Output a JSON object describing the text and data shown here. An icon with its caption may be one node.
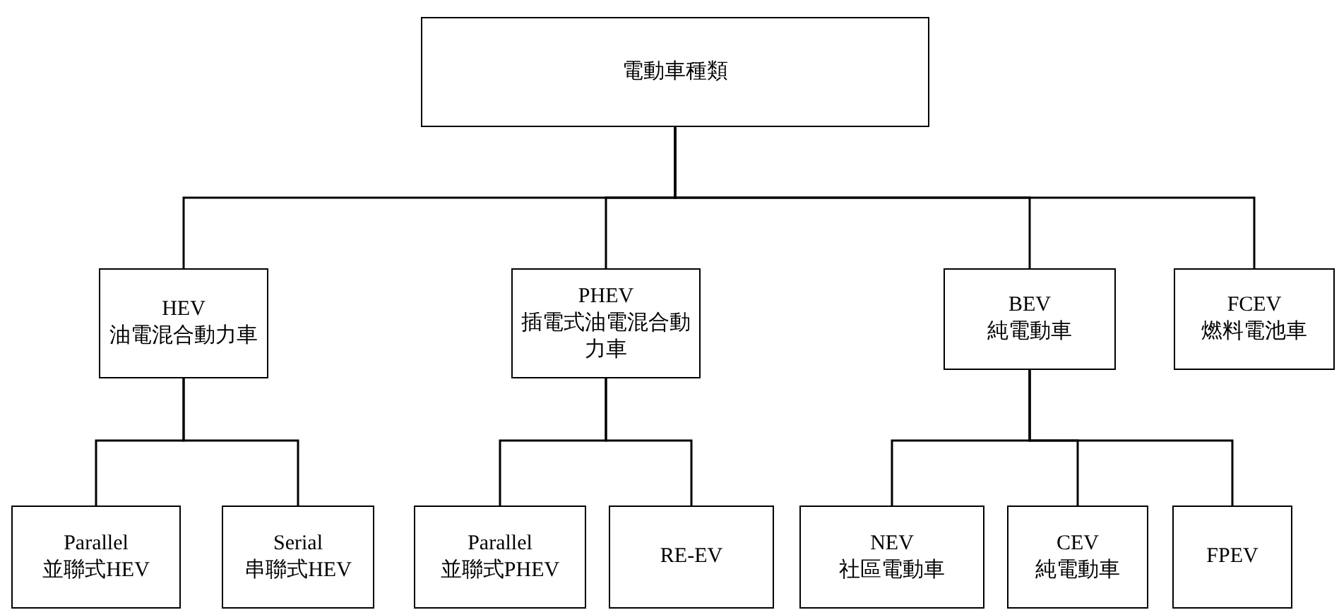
{
  "diagram": {
    "nodes": [
      {
        "text": [
          "電動車種類"
        ]
      },
      {
        "text": [
          "HEV",
          "油電混合動力車"
        ]
      },
      {
        "text": [
          "PHEV",
          "插電式油電混合動力車"
        ]
      },
      {
        "text": [
          "BEV",
          "純電動車"
        ]
      },
      {
        "text": [
          "FCEV",
          "燃料電池車"
        ]
      },
      {
        "text": [
          "Parallel",
          "並聯式HEV"
        ]
      },
      {
        "text": [
          "Serial",
          "串聯式HEV"
        ]
      },
      {
        "text": [
          "Parallel",
          "並聯式PHEV"
        ]
      },
      {
        "text": [
          "RE-EV"
        ]
      },
      {
        "text": [
          "NEV",
          "社區電動車"
        ]
      },
      {
        "text": [
          "CEV",
          "純電動車"
        ]
      },
      {
        "text": [
          "FPEV"
        ]
      }
    ],
    "edges": [
      {
        "from": 0,
        "to": 1,
        "arrow": "none"
      },
      {
        "from": 0,
        "to": 2,
        "arrow": "none"
      },
      {
        "from": 0,
        "to": 3,
        "arrow": "none"
      },
      {
        "from": 0,
        "to": 4,
        "arrow": "none"
      },
      {
        "from": 1,
        "to": 5,
        "arrow": "none"
      },
      {
        "from": 1,
        "to": 6,
        "arrow": "none"
      },
      {
        "from": 2,
        "to": 7,
        "arrow": "none"
      },
      {
        "from": 2,
        "to": 8,
        "arrow": "none"
      },
      {
        "from": 3,
        "to": 9,
        "arrow": "none"
      },
      {
        "from": 3,
        "to": 10,
        "arrow": "none"
      },
      {
        "from": 3,
        "to": 11,
        "arrow": "none"
      }
    ]
  }
}
